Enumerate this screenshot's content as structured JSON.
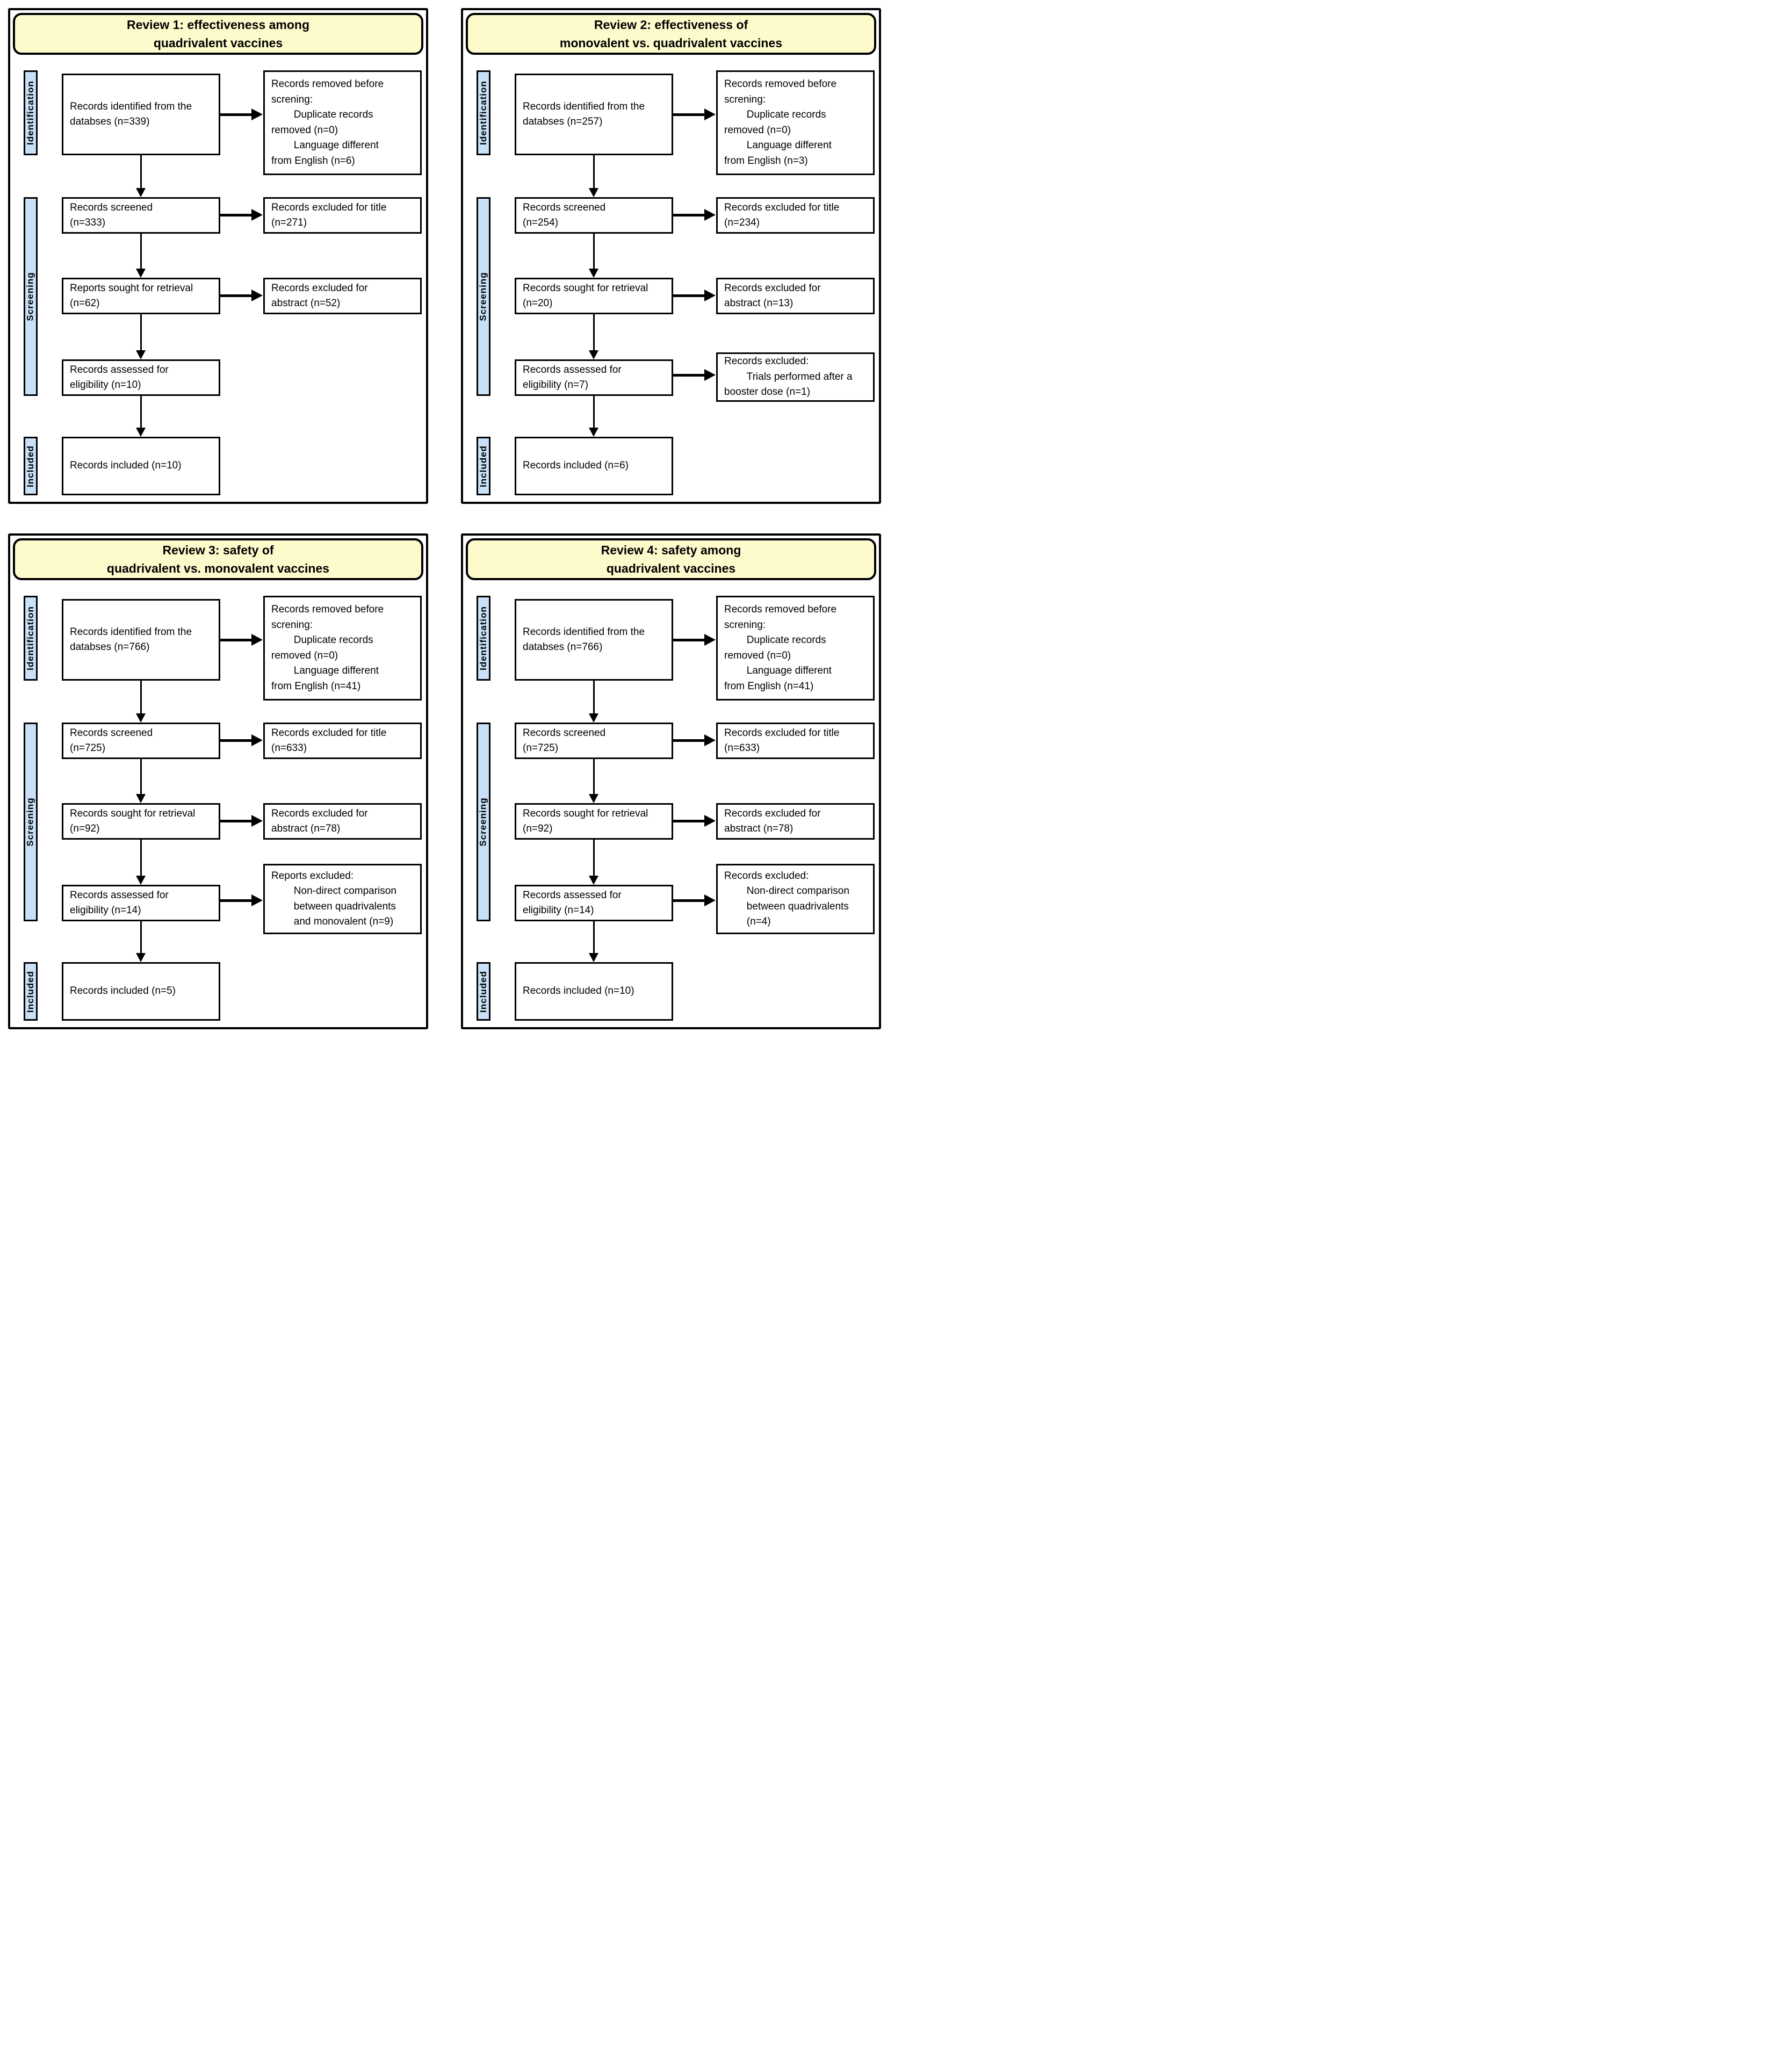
{
  "colors": {
    "title_bg": "#FDFACC",
    "stage_bg": "#C9E1F8",
    "box_bg": "#FFFFFF",
    "line_color": "#000000"
  },
  "diagram": {
    "panels": [
      {
        "id": "review-1",
        "title": [
          "Review 1: effectiveness among",
          "quadrivalent vaccines"
        ],
        "stages": {
          "identification": "Identification",
          "screening": "Screening",
          "included": "Included"
        },
        "identified": [
          "Records identified from the",
          "databses (n=339)"
        ],
        "removed": [
          "Records removed before",
          "screning:",
          "Duplicate records",
          "removed (n=0)",
          "Language different",
          "from English (n=6)"
        ],
        "screened": [
          "Records screened",
          "(n=333)"
        ],
        "excluded_title": [
          "Records excluded for title",
          "(n=271)"
        ],
        "sought": [
          "Reports sought for retrieval",
          "(n=62)"
        ],
        "excluded_abstract": [
          "Records excluded for",
          "abstract (n=52)"
        ],
        "assessed": [
          "Records assessed for",
          "eligibility (n=10)"
        ],
        "included": [
          "Records included (n=10)"
        ]
      },
      {
        "id": "review-2",
        "title": [
          "Review 2: effectiveness of",
          "monovalent vs. quadrivalent vaccines"
        ],
        "stages": {
          "identification": "Identification",
          "screening": "Screening",
          "included": "Included"
        },
        "identified": [
          "Records identified from the",
          "databses (n=257)"
        ],
        "removed": [
          "Records removed before",
          "screning:",
          "Duplicate records",
          "removed (n=0)",
          "Language different",
          "from English (n=3)"
        ],
        "screened": [
          "Records screened",
          "(n=254)"
        ],
        "excluded_title": [
          "Records excluded for title",
          "(n=234)"
        ],
        "sought": [
          "Records sought for retrieval",
          "(n=20)"
        ],
        "excluded_abstract": [
          "Records excluded for",
          "abstract (n=13)"
        ],
        "assessed": [
          "Records assessed for",
          "eligibility (n=7)"
        ],
        "excluded": [
          "Records excluded:",
          "Trials performed after a",
          "booster dose (n=1)"
        ],
        "included": [
          "Records included (n=6)"
        ]
      },
      {
        "id": "review-3",
        "title": [
          "Review 3: safety of",
          "quadrivalent vs. monovalent vaccines"
        ],
        "stages": {
          "identification": "Identification",
          "screening": "Screening",
          "included": "Included"
        },
        "identified": [
          "Records identified from the",
          "databses (n=766)"
        ],
        "removed": [
          "Records removed before",
          "screning:",
          "Duplicate records",
          "removed (n=0)",
          "Language different",
          "from English (n=41)"
        ],
        "screened": [
          "Records screened",
          "(n=725)"
        ],
        "excluded_title": [
          "Records excluded for title",
          "(n=633)"
        ],
        "sought": [
          "Records sought for retrieval",
          "(n=92)"
        ],
        "excluded_abstract": [
          "Records excluded for",
          "abstract (n=78)"
        ],
        "assessed": [
          "Records assessed for",
          "eligibility (n=14)"
        ],
        "excluded": [
          "Reports excluded:",
          "Non-direct comparison",
          "between quadrivalents",
          "and monovalent (n=9)"
        ],
        "included": [
          "Records included (n=5)"
        ]
      },
      {
        "id": "review-4",
        "title": [
          "Review 4: safety among",
          "quadrivalent vaccines"
        ],
        "stages": {
          "identification": "Identification",
          "screening": "Screening",
          "included": "Included"
        },
        "identified": [
          "Records identified from the",
          "databses (n=766)"
        ],
        "removed": [
          "Records removed before",
          "screning:",
          "Duplicate records",
          "removed (n=0)",
          "Language different",
          "from English (n=41)"
        ],
        "screened": [
          "Records screened",
          "(n=725)"
        ],
        "excluded_title": [
          "Records excluded for title",
          "(n=633)"
        ],
        "sought": [
          "Records sought for retrieval",
          "(n=92)"
        ],
        "excluded_abstract": [
          "Records excluded for",
          "abstract (n=78)"
        ],
        "assessed": [
          "Records assessed for",
          "eligibility (n=14)"
        ],
        "excluded": [
          "Records excluded:",
          "Non-direct comparison",
          "between quadrivalents",
          "(n=4)"
        ],
        "included": [
          "Records included (n=10)"
        ]
      }
    ]
  }
}
